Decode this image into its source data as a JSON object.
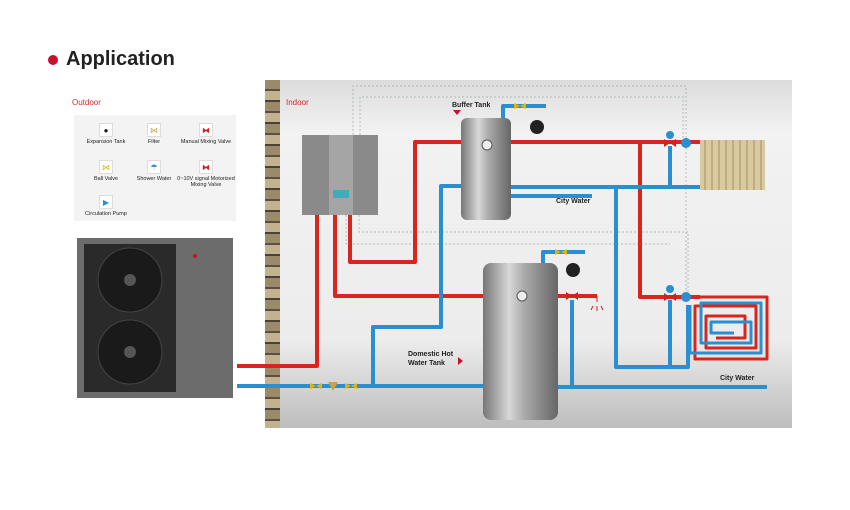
{
  "title": "Application",
  "zones": {
    "outdoor": "Outdoor",
    "indoor": "Indoor"
  },
  "legend": [
    {
      "label": "Expansion Tank",
      "icon": "expansion-tank-icon"
    },
    {
      "label": "Filter",
      "icon": "filter-icon"
    },
    {
      "label": "Manual Mixing Valve",
      "icon": "manual-mixing-valve-icon"
    },
    {
      "label": "Ball Valve",
      "icon": "ball-valve-icon"
    },
    {
      "label": "Shower Water",
      "icon": "shower-icon"
    },
    {
      "label": "0~10V signal Motorized Mixing Valve",
      "icon": "motorized-mixing-valve-icon"
    },
    {
      "label": "Circulation Pump",
      "icon": "circulation-pump-icon"
    }
  ],
  "labels": {
    "buffer_tank": "Buffer Tank",
    "city_water_1": "City Water",
    "dhw_tank_1": "Domestic Hot",
    "dhw_tank_2": "Water Tank",
    "city_water_2": "City Water"
  },
  "colors": {
    "hot": "#d8261f",
    "cold": "#2a8fd0",
    "accent": "#c8102e"
  }
}
